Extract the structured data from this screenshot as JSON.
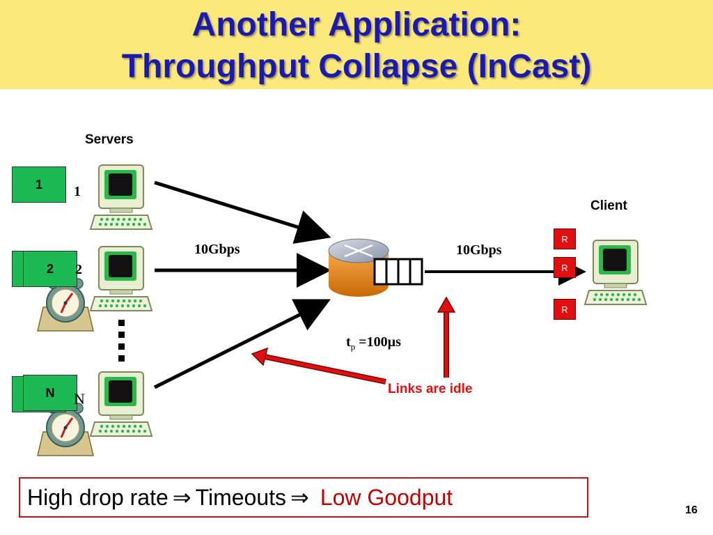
{
  "slide": {
    "title_line1": "Another Application:",
    "title_line2": "Throughput Collapse (InCast)",
    "page_number": "16"
  },
  "diagram": {
    "servers_label": "Servers",
    "client_label": "Client",
    "server_boxes": [
      "1",
      "2",
      "N"
    ],
    "server_side_labels": [
      "1",
      "2",
      "N"
    ],
    "link_left": "10Gbps",
    "link_right": "10Gbps",
    "tp_label": "t",
    "tp_sub": "p",
    "tp_value": " =100µs",
    "idle_label": "Links are idle",
    "r_boxes": [
      "R",
      "R",
      "R"
    ],
    "icons": [
      "computer-icon",
      "router-icon",
      "alarm-clock-icon"
    ]
  },
  "bottom": {
    "part1": "High drop rate",
    "arrow1": "⇒",
    "part2": "Timeouts",
    "arrow2": "⇒",
    "part3": "Low Goodput"
  },
  "colors": {
    "title_band": "#fce97c",
    "title_text": "#1a1ab0",
    "green_box": "#1db954",
    "red": "#e01010"
  }
}
